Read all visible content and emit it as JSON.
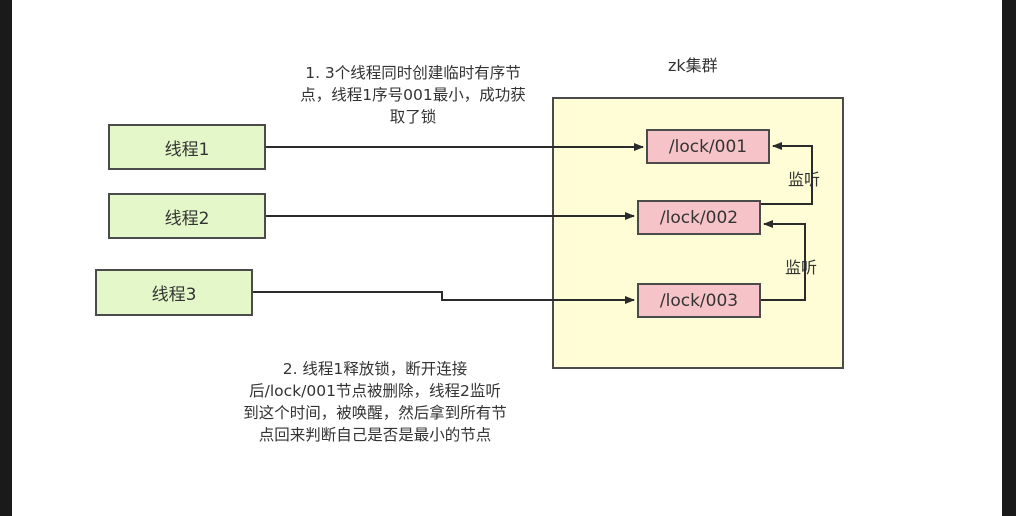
{
  "cluster": {
    "title": "zk集群"
  },
  "threads": [
    "线程1",
    "线程2",
    "线程3"
  ],
  "nodes": [
    "/lock/001",
    "/lock/002",
    "/lock/003"
  ],
  "watch_labels": [
    "监听",
    "监听"
  ],
  "note1": [
    "1. 3个线程同时创建临时有序节",
    "点，线程1序号001最小，成功获",
    "取了锁"
  ],
  "note2": [
    "2. 线程1释放锁，断开连接",
    "后/lock/001节点被删除，线程2监听",
    "到这个时间，被唤醒，然后拿到所有节",
    "点回来判断自己是否是最小的节点"
  ]
}
